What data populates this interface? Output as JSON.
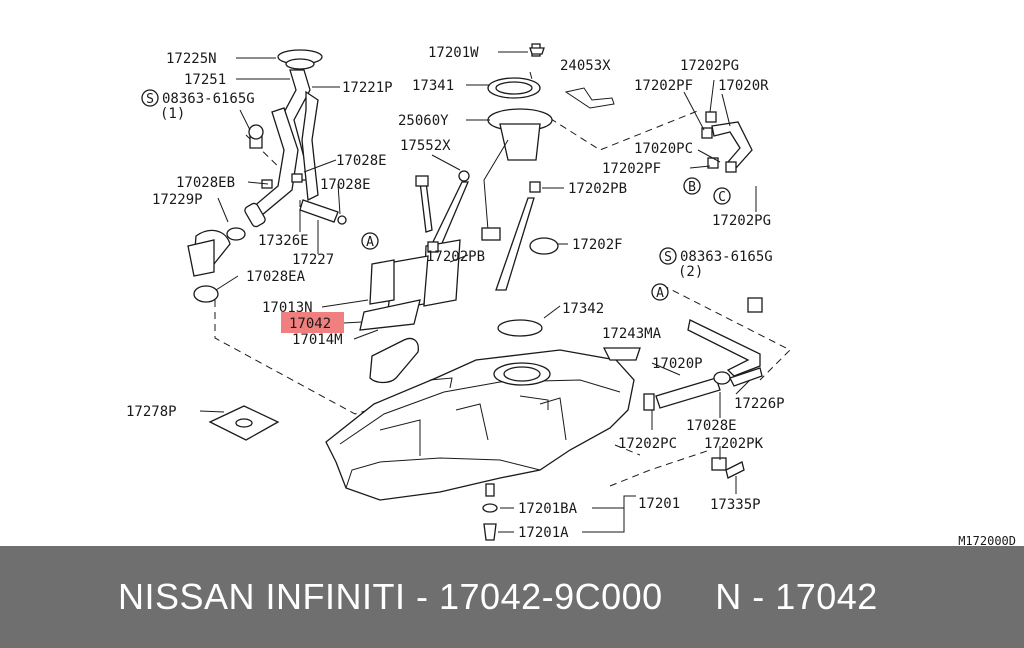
{
  "diagram": {
    "highlight_color": "#f08080",
    "labels": {
      "p17225N": "17225N",
      "p17251": "17251",
      "p17221P": "17221P",
      "screw1_code": "08363-6165G",
      "screw1_qty": "(1)",
      "p17028EB": "17028EB",
      "p17229P": "17229P",
      "p17028E_top": "17028E",
      "p17028E_mid": "17028E",
      "p17326E": "17326E",
      "p17227": "17227",
      "p17028EA": "17028EA",
      "p17201W": "17201W",
      "p17341": "17341",
      "p24053X": "24053X",
      "p25060Y": "25060Y",
      "p17552X": "17552X",
      "p17202PB_top": "17202PB",
      "p17202PB_mid": "17202PB",
      "p17202F": "17202F",
      "p17202PG_top": "17202PG",
      "p17202PF_top": "17202PF",
      "p17020R": "17020R",
      "p17020PC": "17020PC",
      "p17202PF_mid": "17202PF",
      "p17202PG_bot": "17202PG",
      "screw2_code": "08363-6165G",
      "screw2_qty": "(2)",
      "p17013N": "17013N",
      "p17042": "17042",
      "p17014M": "17014M",
      "p17342": "17342",
      "p17243MA": "17243MA",
      "p17020P": "17020P",
      "p17226P": "17226P",
      "p17028E_bot": "17028E",
      "p17278P": "17278P",
      "p17202PC": "17202PC",
      "p17202PK": "17202PK",
      "p17335P": "17335P",
      "p17201BA": "17201BA",
      "p17201": "17201",
      "p17201A": "17201A",
      "fig_code": "M172000D",
      "circle_S": "S",
      "circle_A": "A",
      "circle_B": "B",
      "circle_C": "C"
    }
  },
  "footer": {
    "text": "NISSAN INFINITI - 17042-9C000     N - 17042",
    "background": "#6f6f6f"
  }
}
